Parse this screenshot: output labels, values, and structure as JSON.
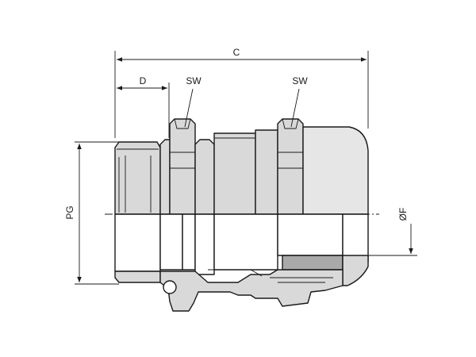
{
  "drawing": {
    "dimensions": {
      "overall_length": "C",
      "thread_length": "D",
      "wrench_size_body": "SW",
      "wrench_size_cap": "SW",
      "thread_size": "PG",
      "clamping_diameter": "ØF"
    },
    "colors": {
      "body_fill": "#d9d9d9",
      "cap_fill": "#e6e6e6",
      "section_white": "#ffffff",
      "seal_fill": "#a9a9a9",
      "line": "#1a1a1a"
    }
  }
}
